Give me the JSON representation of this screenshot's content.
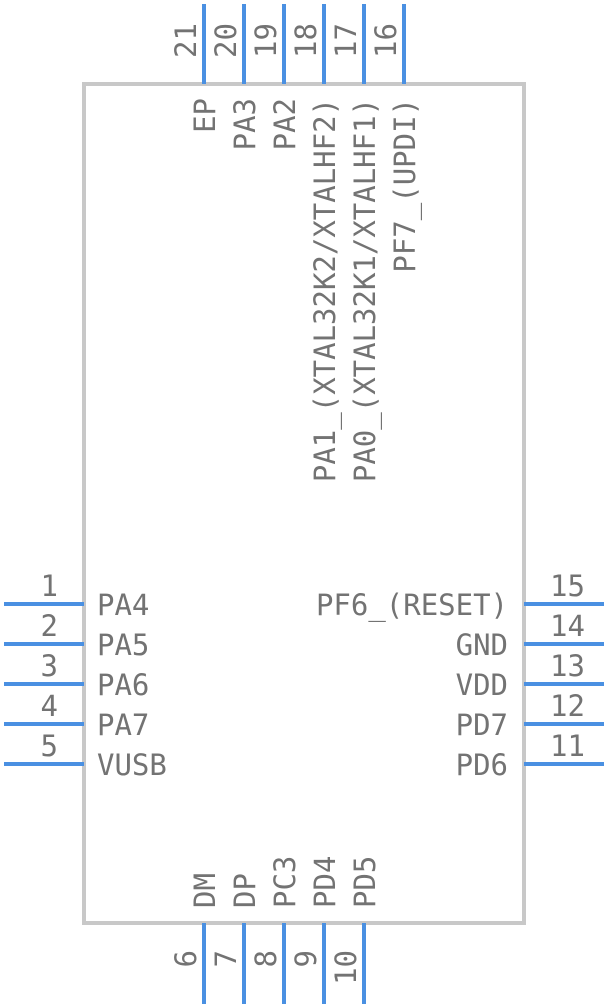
{
  "style": {
    "pin_color": "#4a90e2",
    "body_color": "#c8c8c8",
    "text_color": "#737373",
    "background": "#ffffff"
  },
  "left_pins": [
    {
      "number": "1",
      "label": "PA4"
    },
    {
      "number": "2",
      "label": "PA5"
    },
    {
      "number": "3",
      "label": "PA6"
    },
    {
      "number": "4",
      "label": "PA7"
    },
    {
      "number": "5",
      "label": "VUSB"
    }
  ],
  "right_pins": [
    {
      "number": "15",
      "label": "PF6_(RESET)"
    },
    {
      "number": "14",
      "label": "GND"
    },
    {
      "number": "13",
      "label": "VDD"
    },
    {
      "number": "12",
      "label": "PD7"
    },
    {
      "number": "11",
      "label": "PD6"
    }
  ],
  "bottom_pins": [
    {
      "number": "6",
      "label": "DM"
    },
    {
      "number": "7",
      "label": "DP"
    },
    {
      "number": "8",
      "label": "PC3"
    },
    {
      "number": "9",
      "label": "PD4"
    },
    {
      "number": "10",
      "label": "PD5"
    }
  ],
  "top_pins": [
    {
      "number": "21",
      "label": "EP"
    },
    {
      "number": "20",
      "label": "PA3"
    },
    {
      "number": "19",
      "label": "PA2"
    },
    {
      "number": "18",
      "label": "PA1_(XTAL32K2/XTALHF2)"
    },
    {
      "number": "17",
      "label": "PA0_(XTAL32K1/XTALHF1)"
    },
    {
      "number": "16",
      "label": "PF7_(UPDI)"
    }
  ]
}
